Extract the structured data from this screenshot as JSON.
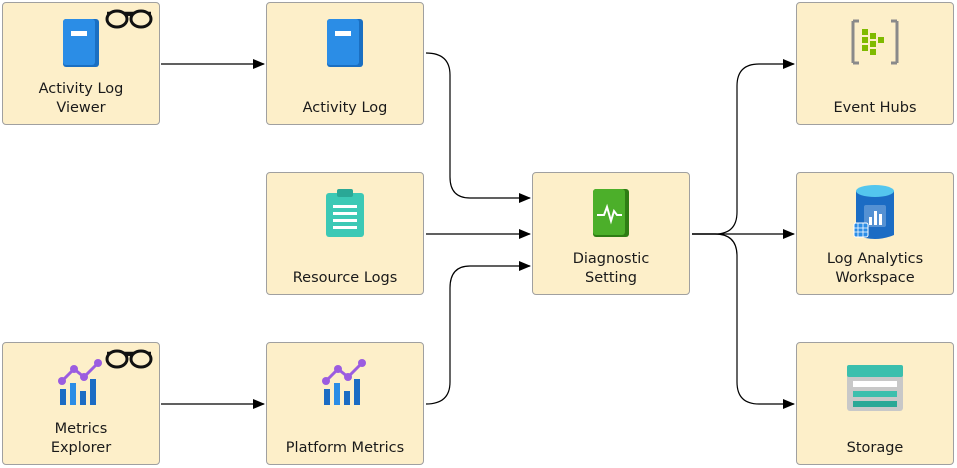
{
  "nodes": {
    "activity_log_viewer": {
      "label": "Activity Log\nViewer",
      "icon": "book-icon",
      "badge": "glasses-icon"
    },
    "activity_log": {
      "label": "Activity Log",
      "icon": "book-icon"
    },
    "resource_logs": {
      "label": "Resource Logs",
      "icon": "clipboard-icon"
    },
    "metrics_explorer": {
      "label": "Metrics\nExplorer",
      "icon": "metrics-chart-icon",
      "badge": "glasses-icon"
    },
    "platform_metrics": {
      "label": "Platform Metrics",
      "icon": "metrics-chart-icon"
    },
    "diagnostic_setting": {
      "label": "Diagnostic\nSetting",
      "icon": "diagnostic-book-icon"
    },
    "event_hubs": {
      "label": "Event Hubs",
      "icon": "event-hubs-icon"
    },
    "log_analytics": {
      "label": "Log Analytics\nWorkspace",
      "icon": "log-analytics-icon"
    },
    "storage": {
      "label": "Storage",
      "icon": "storage-icon"
    }
  },
  "edges": [
    [
      "activity_log_viewer",
      "activity_log"
    ],
    [
      "activity_log",
      "diagnostic_setting"
    ],
    [
      "resource_logs",
      "diagnostic_setting"
    ],
    [
      "platform_metrics",
      "diagnostic_setting"
    ],
    [
      "metrics_explorer",
      "platform_metrics"
    ],
    [
      "diagnostic_setting",
      "event_hubs"
    ],
    [
      "diagnostic_setting",
      "log_analytics"
    ],
    [
      "diagnostic_setting",
      "storage"
    ]
  ],
  "colors": {
    "node_fill": "#fdefc9",
    "node_border": "#a0a0a0",
    "edge": "#000000",
    "book_blue": "#1f7fd6",
    "diagnostic_green": "#3f9b1f",
    "clipboard_teal": "#3cc9b5",
    "metrics_purple": "#9b5ce0",
    "event_hubs_green": "#7fba00",
    "storage_teal": "#3bbfad"
  }
}
